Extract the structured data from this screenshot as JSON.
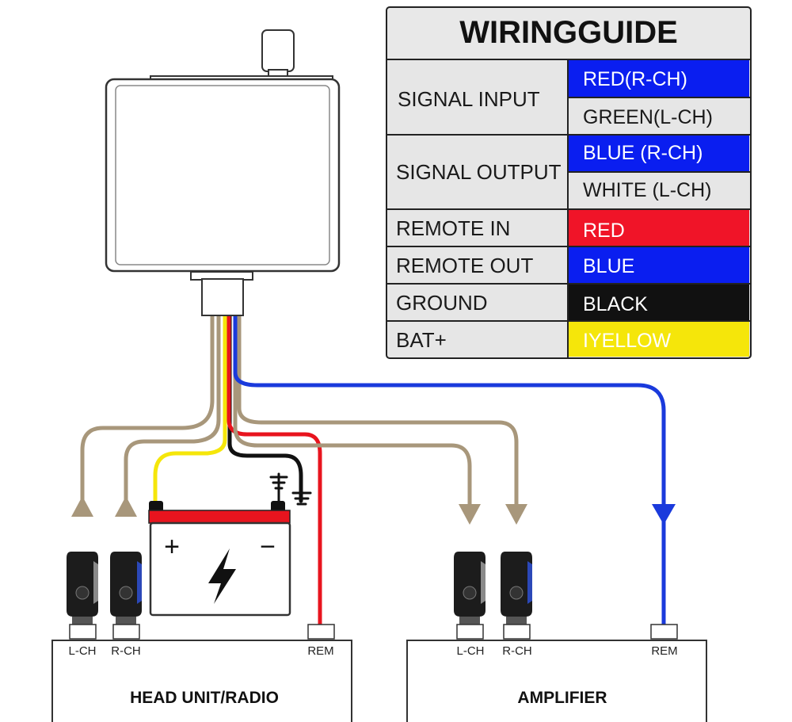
{
  "wiring_guide": {
    "title": "WIRINGGUIDE",
    "rows": [
      {
        "function": "SIGNAL INPUT",
        "wires": [
          {
            "label": "RED(R-CH)",
            "color": "#0a1ef0",
            "text_color": "#ffffff"
          },
          {
            "label": "GREEN(L-CH)",
            "color": "#e6e6e6",
            "text_color": "#1a1a1a"
          }
        ]
      },
      {
        "function": "SIGNAL OUTPUT",
        "wires": [
          {
            "label": "BLUE (R-CH)",
            "color": "#0a1ef0",
            "text_color": "#ffffff"
          },
          {
            "label": "WHITE (L-CH)",
            "color": "#e6e6e6",
            "text_color": "#1a1a1a"
          }
        ]
      },
      {
        "function": "REMOTE IN",
        "wires": [
          {
            "label": "RED",
            "color": "#f01428",
            "text_color": "#ffffff"
          }
        ]
      },
      {
        "function": "REMOTE OUT",
        "wires": [
          {
            "label": "BLUE",
            "color": "#0a1ef0",
            "text_color": "#ffffff"
          }
        ]
      },
      {
        "function": "GROUND",
        "wires": [
          {
            "label": "BLACK",
            "color": "#111111",
            "text_color": "#ffffff"
          }
        ]
      },
      {
        "function": "BAT+",
        "wires": [
          {
            "label": "IYELLOW",
            "color": "#f5e60a",
            "text_color": "#ffffff"
          }
        ]
      }
    ]
  },
  "devices": {
    "head_unit": {
      "label": "HEAD UNIT/RADIO",
      "ports": [
        "L-CH",
        "R-CH",
        "REM"
      ]
    },
    "amplifier": {
      "label": "AMPLIFIER",
      "ports": [
        "L-CH",
        "R-CH",
        "REM"
      ]
    }
  },
  "battery": {
    "plus": "+",
    "minus": "−"
  },
  "colors": {
    "rca_wire": "#a8977b",
    "red_wire": "#e8141e",
    "blue_wire": "#1a3adc",
    "black_wire": "#111111",
    "yellow_wire": "#f5e60a",
    "battery_top": "#e8141e"
  }
}
